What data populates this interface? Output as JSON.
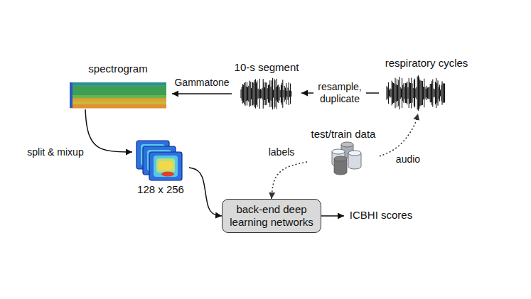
{
  "diagram": {
    "nodes": [
      {
        "text": [
          "spectrogram"
        ]
      },
      {
        "text": [
          "10-s segment"
        ]
      },
      {
        "text": [
          "respiratory cycles"
        ]
      },
      {
        "text": [
          "128 x 256"
        ]
      },
      {
        "text": [
          "back-end deep learning networks"
        ]
      },
      {
        "text": [
          "ICBHI scores"
        ]
      },
      {
        "text": [
          "test/train data"
        ]
      }
    ],
    "edges": [
      {
        "from": 2,
        "to": 1,
        "arrow": "to",
        "label": "resample, duplicate"
      },
      {
        "from": 1,
        "to": 0,
        "arrow": "to",
        "label": "Gammatone"
      },
      {
        "from": 0,
        "to": 3,
        "arrow": "to",
        "label": "split & mixup"
      },
      {
        "from": 3,
        "to": 4,
        "arrow": "to"
      },
      {
        "from": 4,
        "to": 5,
        "arrow": "to"
      },
      {
        "from": 6,
        "to": 4,
        "arrow": "to",
        "label": "labels"
      },
      {
        "from": 6,
        "to": 2,
        "arrow": "to",
        "label": "audio"
      }
    ]
  }
}
